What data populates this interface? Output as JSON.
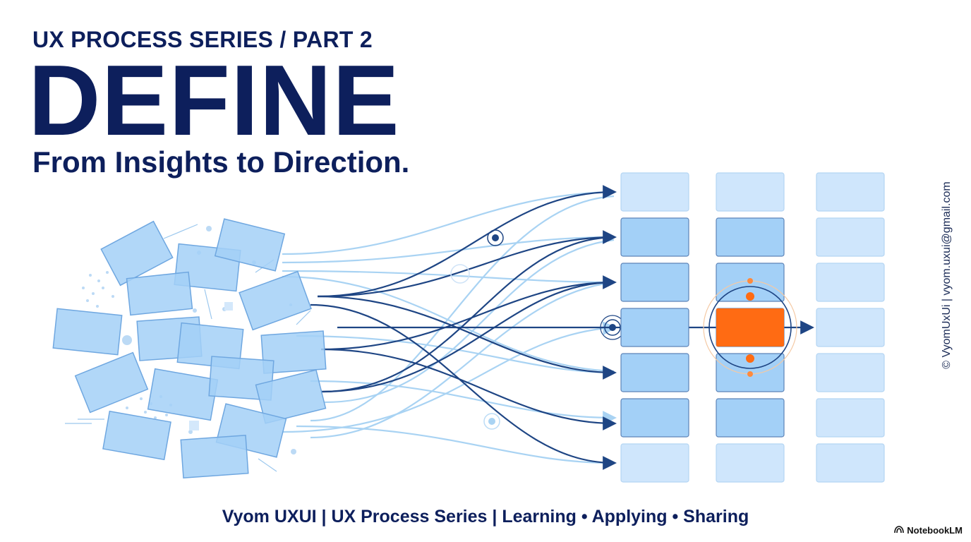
{
  "header": {
    "eyebrow": "UX PROCESS SERIES / PART 2",
    "title": "DEFINE",
    "subtitle": "From Insights to Direction."
  },
  "footer": {
    "tagline": "Vyom UXUI | UX Process Series | Learning • Applying • Sharing"
  },
  "credit": {
    "text": "© VyomUxUi | vyom.uxui@gmail.com"
  },
  "brand": {
    "icon": "notebooklm-logo-icon",
    "label": "NotebookLM"
  },
  "diagram": {
    "grid_columns": 3,
    "grid_rows": 7,
    "highlight_cell": {
      "column": 2,
      "row": 4
    },
    "colors": {
      "navy": "#0d1f5c",
      "flow_dark": "#1e4584",
      "flow_light": "#a9d3f3",
      "card_fill": "#a3d0f7",
      "card_stroke": "#6fa7e0",
      "cell_light": "#cfe6fc",
      "cell_medium": "#a3d0f7",
      "highlight": "#ff6b13"
    }
  }
}
